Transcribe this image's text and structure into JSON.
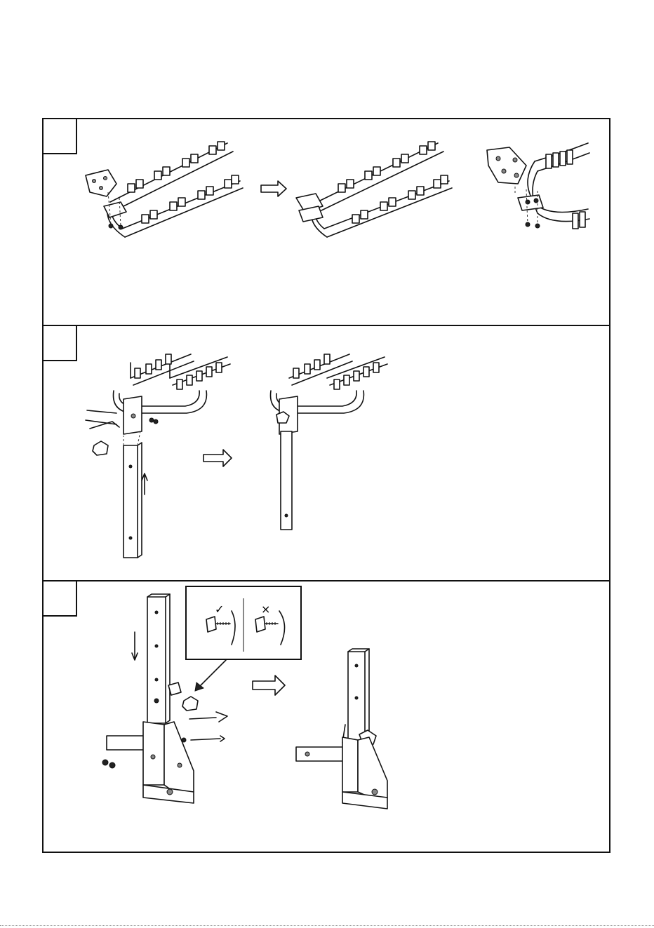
{
  "document": {
    "steps": [
      {
        "id": "step-1",
        "label": ""
      },
      {
        "id": "step-2",
        "label": ""
      },
      {
        "id": "step-3",
        "label": ""
      }
    ],
    "inset": {
      "correct_mark": "✓",
      "wrong_mark": "×"
    }
  },
  "icons": {
    "flow_arrow": "outline-right-arrow",
    "direction_arrow": "thin-arrow",
    "check": "check-mark-icon",
    "cross": "cross-mark-icon"
  }
}
